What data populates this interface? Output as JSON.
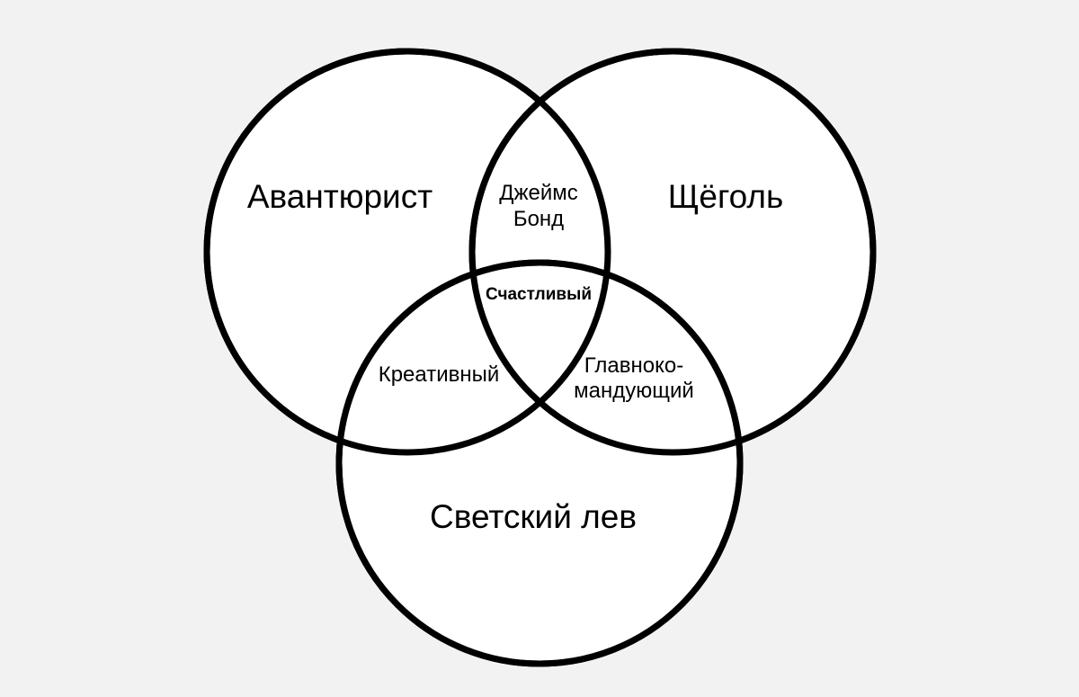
{
  "diagram": {
    "type": "venn",
    "sets": {
      "top_left": "Авантюрист",
      "top_right": "Щёголь",
      "bottom": "Светский лев"
    },
    "intersections": {
      "top_pair_line1": "Джеймс",
      "top_pair_line2": "Бонд",
      "center": "Счастливый",
      "left_bottom": "Креативный",
      "right_bottom_line1": "Главноко-",
      "right_bottom_line2": "мандующий"
    },
    "colors": {
      "background": "#f2f2f2",
      "circle_fill": "#ffffff",
      "stroke": "#000000"
    }
  }
}
